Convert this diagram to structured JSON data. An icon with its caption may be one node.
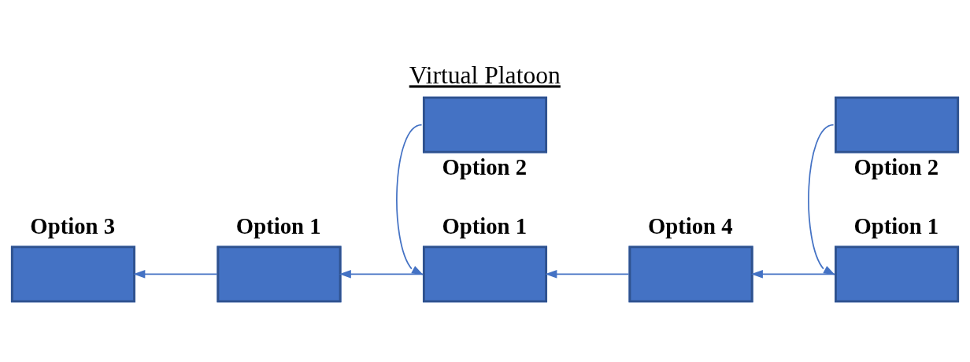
{
  "diagram": {
    "title": "Virtual Platoon",
    "nodes": [
      {
        "text": [
          "Option 3"
        ]
      },
      {
        "text": [
          "Option 1"
        ]
      },
      {
        "text": [
          "Option 1"
        ]
      },
      {
        "text": [
          "Option 4"
        ]
      },
      {
        "text": [
          "Option 1"
        ]
      },
      {
        "text": [
          "Option 2"
        ]
      },
      {
        "text": [
          "Option 2"
        ]
      }
    ],
    "edges": [
      {
        "from": 1,
        "to": 0,
        "arrow": "to"
      },
      {
        "from": 2,
        "to": 1,
        "arrow": "to"
      },
      {
        "from": 3,
        "to": 2,
        "arrow": "to"
      },
      {
        "from": 4,
        "to": 3,
        "arrow": "to"
      },
      {
        "from": 5,
        "to": 2,
        "arrow": "to"
      },
      {
        "from": 6,
        "to": 4,
        "arrow": "to"
      }
    ]
  }
}
